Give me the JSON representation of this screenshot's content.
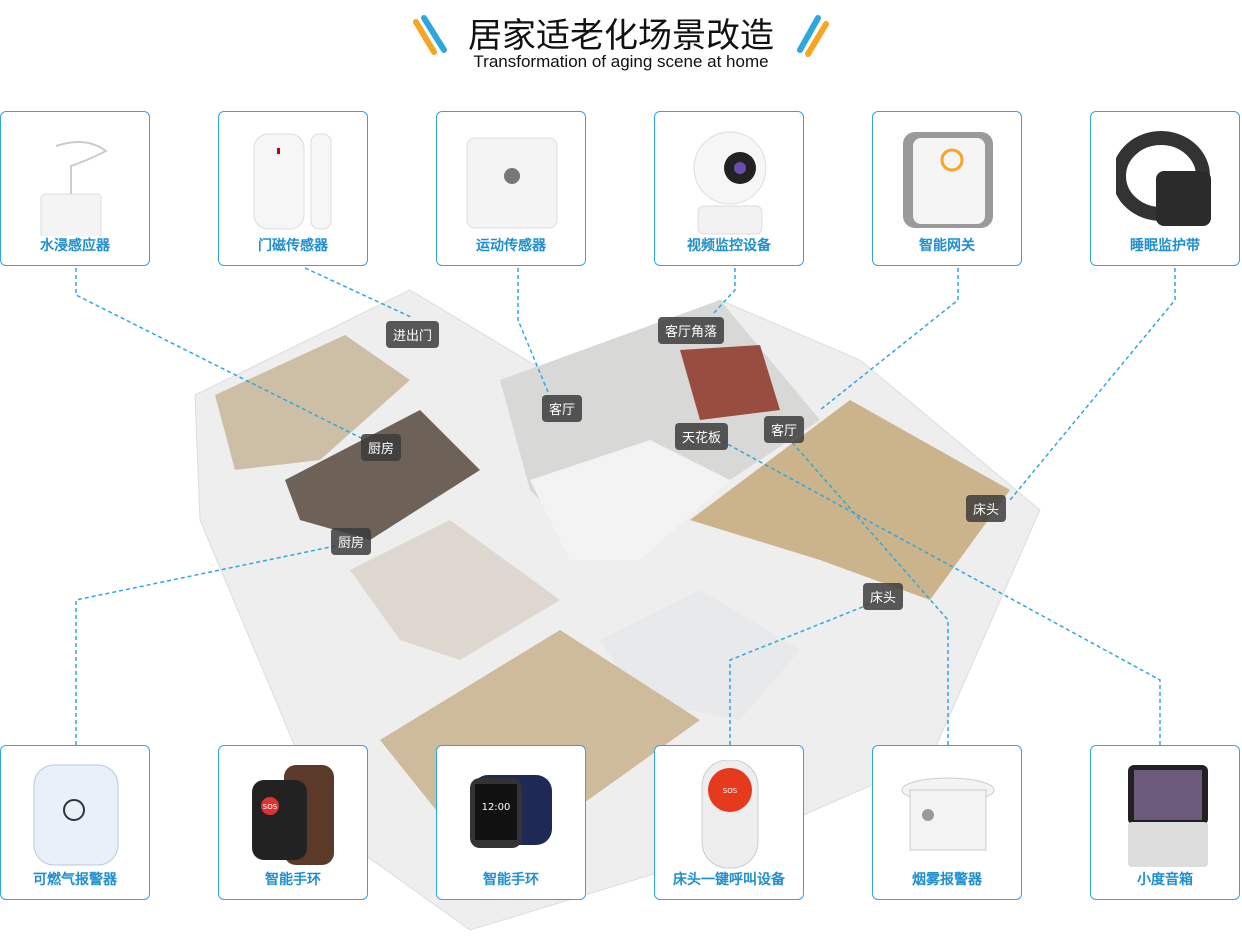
{
  "header": {
    "title": "居家适老化场景改造",
    "subtitle": "Transformation of aging scene at home"
  },
  "colors": {
    "accent": "#2ea7e0",
    "orange": "#f5a623",
    "label": "#1f8fd0"
  },
  "top_devices": [
    {
      "label": "水浸感应器"
    },
    {
      "label": "门磁传感器"
    },
    {
      "label": "运动传感器"
    },
    {
      "label": "视频监控设备"
    },
    {
      "label": "智能网关"
    },
    {
      "label": "睡眠监护带"
    }
  ],
  "bottom_devices": [
    {
      "label": "可燃气报警器"
    },
    {
      "label": "智能手环"
    },
    {
      "label": "智能手环"
    },
    {
      "label": "床头一键呼叫设备"
    },
    {
      "label": "烟雾报警器"
    },
    {
      "label": "小度音箱"
    }
  ],
  "room_tags": [
    "进出门",
    "客厅",
    "客厅角落",
    "天花板",
    "客厅",
    "厨房",
    "厨房",
    "床头",
    "床头"
  ],
  "device_text": {
    "sos": "SOS",
    "time": "12:00"
  }
}
